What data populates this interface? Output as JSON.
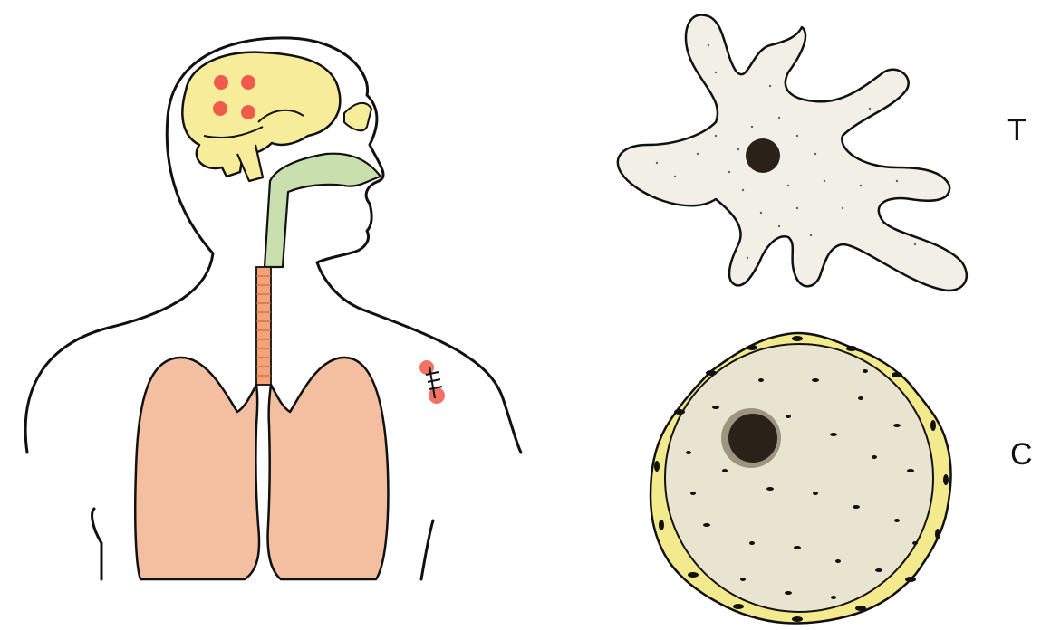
{
  "labels": {
    "trophozoite": "T",
    "cyst": "C"
  },
  "colors": {
    "outline": "#111111",
    "brain": "#f7ec9a",
    "infection_spot": "#ef5a4a",
    "airway": "#c9dfae",
    "trachea": "#f3a27a",
    "lungs": "#f4bea0",
    "cell_body": "#f1efe6",
    "cell_nucleus": "#2a2118",
    "cyst_wall": "#f2ea8c",
    "cyst_interior": "#e9e4cf"
  },
  "icons": [
    "human-body-figure",
    "brain",
    "lungs",
    "skin-lesion",
    "trophozoite-cell",
    "cyst-cell"
  ]
}
